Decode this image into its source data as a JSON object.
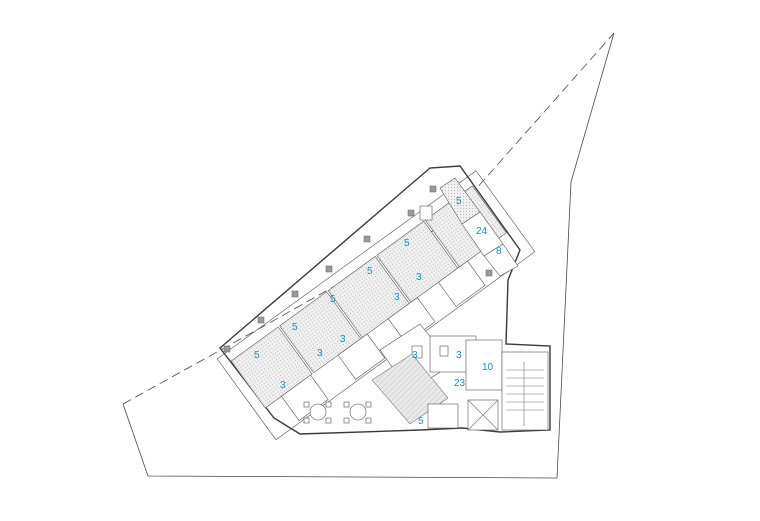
{
  "rooms": [
    {
      "id": "r1",
      "label": "5"
    },
    {
      "id": "r2",
      "label": "5"
    },
    {
      "id": "r3",
      "label": "5"
    },
    {
      "id": "r4",
      "label": "5"
    },
    {
      "id": "r5",
      "label": "5"
    },
    {
      "id": "r6",
      "label": "5"
    },
    {
      "id": "r7",
      "label": "24"
    },
    {
      "id": "r8",
      "label": "8"
    },
    {
      "id": "r9",
      "label": "3"
    },
    {
      "id": "r10",
      "label": "3"
    },
    {
      "id": "r11",
      "label": "3"
    },
    {
      "id": "r12",
      "label": "3"
    },
    {
      "id": "r13",
      "label": "3"
    },
    {
      "id": "r14",
      "label": "3"
    },
    {
      "id": "r15",
      "label": "3"
    },
    {
      "id": "r16",
      "label": "10"
    },
    {
      "id": "r17",
      "label": "23"
    },
    {
      "id": "r18",
      "label": "5"
    }
  ],
  "colors": {
    "label": "#1a8fc4",
    "wall": "#3a3a3a",
    "hatch": "#c8c8c8"
  }
}
